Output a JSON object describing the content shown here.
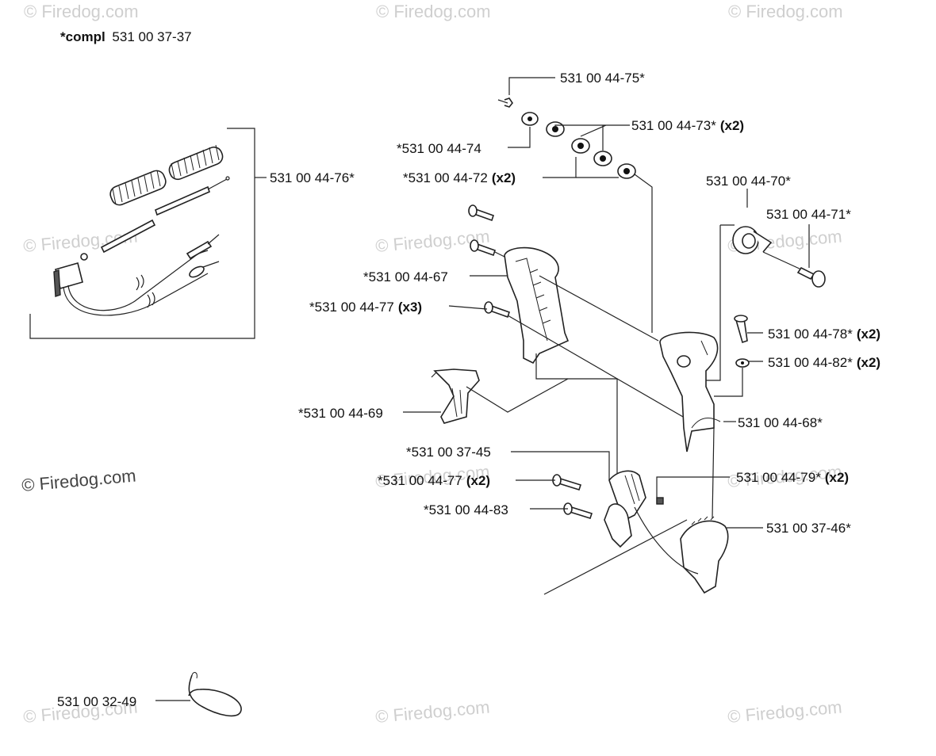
{
  "header": {
    "prefix": "*compl",
    "number": "531 00 37-37"
  },
  "watermarks": {
    "small": "© Firedog.com",
    "large": "© Firedog.com"
  },
  "labels": {
    "p75": {
      "text": "531 00 44-75*",
      "bold": ""
    },
    "p73": {
      "text": "531 00 44-73*",
      "bold": "(x2)"
    },
    "p74": {
      "text": "*531 00 44-74",
      "bold": ""
    },
    "p72": {
      "text": "*531 00 44-72",
      "bold": "(x2)"
    },
    "p76": {
      "text": "531 00 44-76*",
      "bold": ""
    },
    "p70": {
      "text": "531 00 44-70*",
      "bold": ""
    },
    "p71": {
      "text": "531 00 44-71*",
      "bold": ""
    },
    "p67": {
      "text": "*531 00 44-67",
      "bold": ""
    },
    "p77a": {
      "text": "*531 00 44-77",
      "bold": "(x3)"
    },
    "p78": {
      "text": "531 00 44-78*",
      "bold": "(x2)"
    },
    "p82": {
      "text": "531 00 44-82*",
      "bold": "(x2)"
    },
    "p69": {
      "text": "*531 00 44-69",
      "bold": ""
    },
    "p68": {
      "text": "531 00 44-68*",
      "bold": ""
    },
    "p45": {
      "text": "*531 00 37-45",
      "bold": ""
    },
    "p79": {
      "text": "531 00 44-79*",
      "bold": "(x2)"
    },
    "p77b": {
      "text": "*531 00 44-77",
      "bold": "(x2)"
    },
    "p83": {
      "text": "*531 00 44-83",
      "bold": ""
    },
    "p46": {
      "text": "531 00 37-46*",
      "bold": ""
    },
    "p49": {
      "text": "531 00 32-49",
      "bold": ""
    }
  }
}
